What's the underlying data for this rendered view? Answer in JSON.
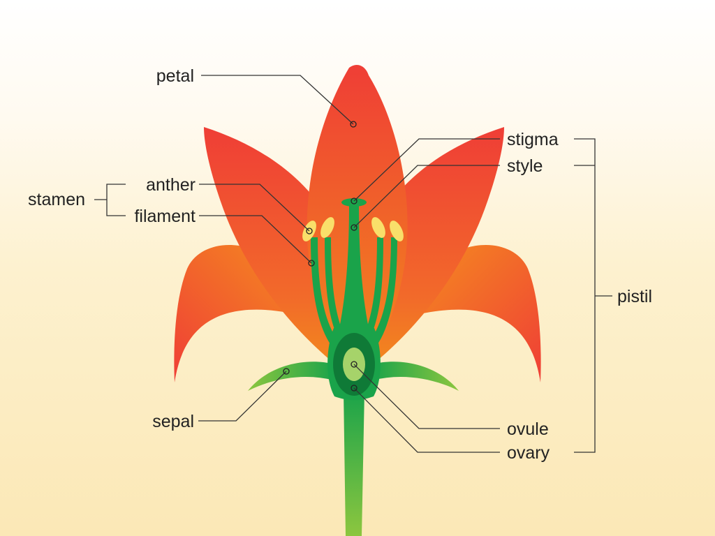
{
  "diagram": {
    "labels": {
      "petal": "petal",
      "stigma": "stigma",
      "style": "style",
      "anther": "anther",
      "stamen": "stamen",
      "filament": "filament",
      "pistil": "pistil",
      "sepal": "sepal",
      "ovule": "ovule",
      "ovary": "ovary"
    },
    "colors": {
      "petal_top": "#ef3e36",
      "petal_bottom": "#f28a1c",
      "stem_top": "#1aa34a",
      "stem_bottom": "#8cc63f",
      "sepal": "#56b947",
      "receptacle": "#1aa34a",
      "ovary": "#0f7a37",
      "ovule": "#a6d36a",
      "anther": "#f9df6a"
    }
  }
}
